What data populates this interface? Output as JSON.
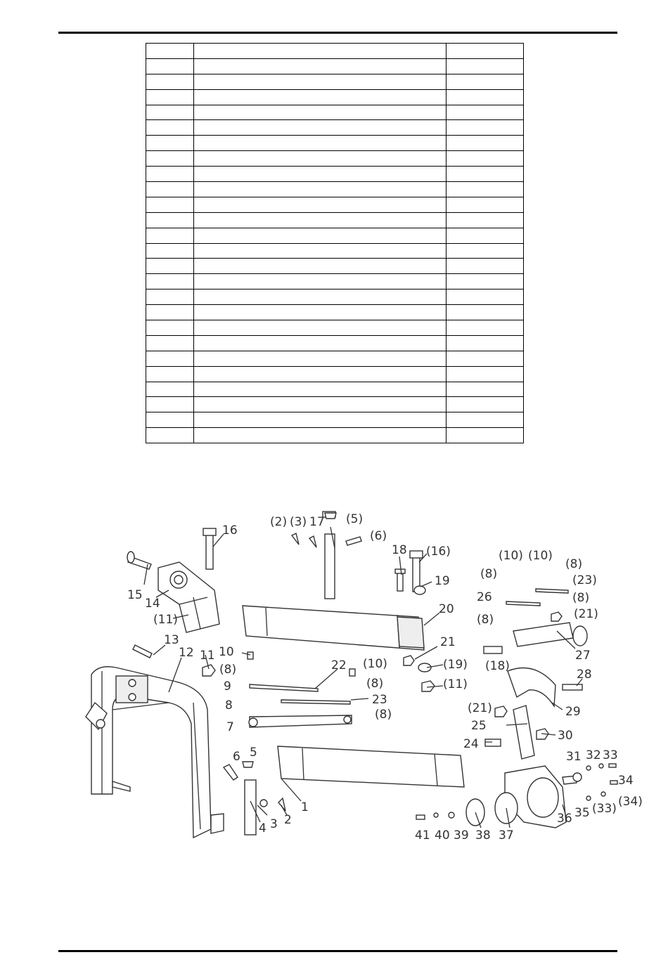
{
  "table": {
    "rows": [
      [
        "",
        "",
        ""
      ],
      [
        "",
        "",
        ""
      ],
      [
        "",
        "",
        ""
      ],
      [
        "",
        "",
        ""
      ],
      [
        "",
        "",
        ""
      ],
      [
        "",
        "",
        ""
      ],
      [
        "",
        "",
        ""
      ],
      [
        "",
        "",
        ""
      ],
      [
        "",
        "",
        ""
      ],
      [
        "",
        "",
        ""
      ],
      [
        "",
        "",
        ""
      ],
      [
        "",
        "",
        ""
      ],
      [
        "",
        "",
        ""
      ],
      [
        "",
        "",
        ""
      ],
      [
        "",
        "",
        ""
      ],
      [
        "",
        "",
        ""
      ],
      [
        "",
        "",
        ""
      ],
      [
        "",
        "",
        ""
      ],
      [
        "",
        "",
        ""
      ],
      [
        "",
        "",
        ""
      ],
      [
        "",
        "",
        ""
      ],
      [
        "",
        "",
        ""
      ],
      [
        "",
        "",
        ""
      ],
      [
        "",
        "",
        ""
      ],
      [
        "",
        "",
        ""
      ],
      [
        "",
        "",
        ""
      ]
    ]
  },
  "diagram": {
    "labels": {
      "l16a": "16",
      "l2b": "(2)",
      "l3b": "(3)",
      "l17": "17",
      "l5b": "(5)",
      "l6b": "(6)",
      "l18a": "18",
      "l16b": "(16)",
      "l19": "19",
      "l10b": "(10)",
      "l10c": "(10)",
      "l8a": "(8)",
      "l8b": "(8)",
      "l23b": "(23)",
      "l15": "15",
      "l14": "14",
      "l11b": "(11)",
      "l26": "26",
      "l8c": "(8)",
      "l20": "20",
      "l8d": "(8)",
      "l21b": "(21)",
      "l13": "13",
      "l12": "12",
      "l11": "11",
      "l10": "10",
      "l8e": "(8)",
      "l21": "21",
      "l18b": "(18)",
      "l27": "27",
      "l22": "22",
      "l10d": "(10)",
      "l19b": "(19)",
      "l9": "9",
      "l8f": "(8)",
      "l11c": "(11)",
      "l28": "28",
      "l8": "8",
      "l23": "23",
      "l21c": "(21)",
      "l29": "29",
      "l8g": "(8)",
      "l7": "7",
      "l25": "25",
      "l24": "24",
      "l30": "30",
      "l6": "6",
      "l5": "5",
      "l31": "31",
      "l32": "32",
      "l33": "33",
      "l34": "34",
      "l1": "1",
      "l35": "35",
      "l33b": "(33)",
      "l34b": "(34)",
      "l36": "36",
      "l4": "4",
      "l3": "3",
      "l2": "2",
      "l41": "41",
      "l40": "40",
      "l39": "39",
      "l38": "38",
      "l37": "37"
    }
  }
}
